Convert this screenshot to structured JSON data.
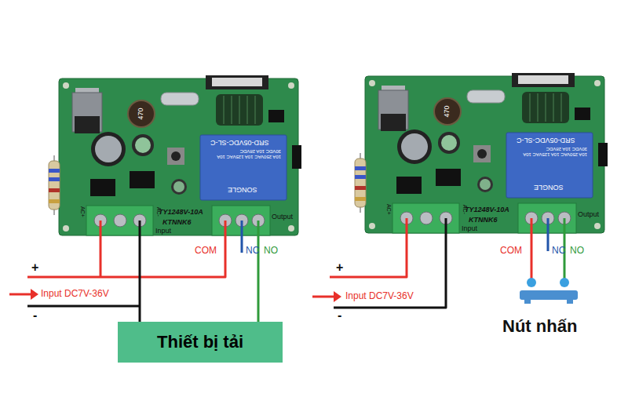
{
  "diagram": {
    "nodes": [
      {
        "text": [
          "TY1248V-10A",
          "KTNNK6"
        ]
      },
      {
        "text": [
          "Thiết bị tải"
        ]
      },
      {
        "text": [
          "TY1248V-10A",
          "KTNNK6"
        ]
      }
    ],
    "edges": [
      {
        "from": 0,
        "to": 1,
        "arrow": "none"
      }
    ],
    "labels": [
      "AC+",
      "AC-",
      "Input",
      "Output",
      "470",
      "SRD-05VDC-SL-C",
      "10A 250VAC 10A 125VAC 10A 30VDC 10A 28VDC",
      "SONGLE",
      "COM",
      "NC",
      "NO",
      "+",
      "Input DC7V-36V",
      "-",
      "AC+",
      "AC-",
      "Input",
      "Output",
      "470",
      "SRD-05VDC-SL-C",
      "10A 250VAC 10A 125VAC 10A 30VDC 10A 28VDC",
      "SONGLE",
      "COM",
      "NC",
      "NO",
      "+",
      "Input DC7V-36V",
      "-",
      "Nút nhấn"
    ]
  }
}
